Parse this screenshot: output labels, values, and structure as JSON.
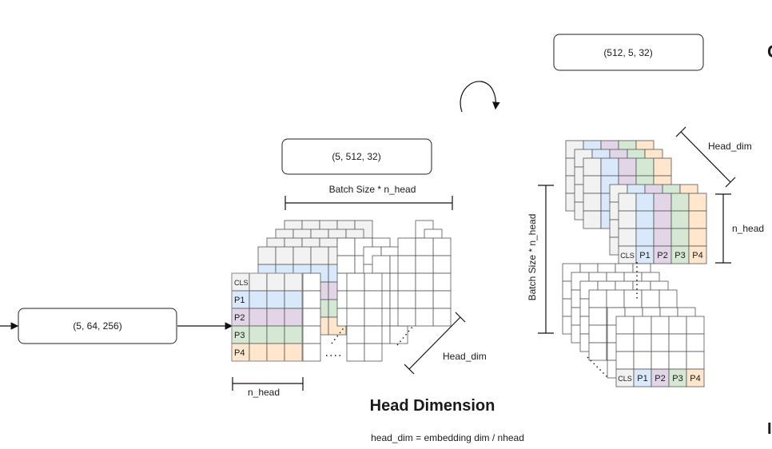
{
  "shapes": {
    "input": "(5, 64, 256)",
    "middle": "(5, 512, 32)",
    "output": "(512, 5, 32)"
  },
  "dimensions": {
    "batch_nhead_top": "Batch Size * n_head",
    "batch_nhead_side": "Batch Size * n_head",
    "n_head_bottom": "n_head",
    "n_head_right": "n_head",
    "head_dim_middle": "Head_dim",
    "head_dim_right": "Head_dim"
  },
  "tokens": [
    "CLS",
    "P1",
    "P2",
    "P3",
    "P4"
  ],
  "colors": {
    "CLS": "#f2f2f2",
    "P1": "#dae8fc",
    "P2": "#e1d5e7",
    "P3": "#d5e8d4",
    "P4": "#ffe6cc",
    "P4_stroke": "#d6b656"
  },
  "title": "Head Dimension",
  "formula": "head_dim = embedding dim / nhead",
  "edge_glyphs": {
    "right_top": "C",
    "right_bottom": "I"
  }
}
